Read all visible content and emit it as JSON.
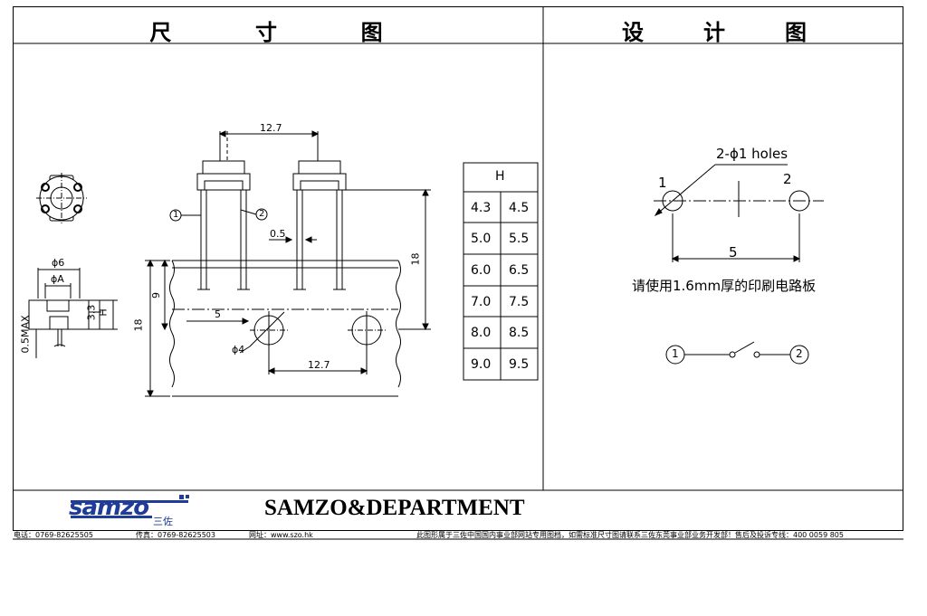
{
  "header": {
    "left_title": [
      "尺",
      "寸",
      "图"
    ],
    "right_title": [
      "设",
      "计",
      "图"
    ]
  },
  "dimension_drawing": {
    "spacing_top": "12.7",
    "callout_1": "1",
    "callout_2": "2",
    "gap": "0.5",
    "height_right": "18",
    "height_left": "18",
    "depth": "9",
    "offset": "5",
    "hole_dia": "ϕ4",
    "spacing_bottom": "12.7",
    "body_dia": "ϕ6",
    "actuator_dia": "ϕA",
    "h_label": "H",
    "dim_33": "3.3",
    "dim_05max": "0.5MAX"
  },
  "h_table": {
    "header": "H",
    "rows": [
      [
        "4.3",
        "4.5"
      ],
      [
        "5.0",
        "5.5"
      ],
      [
        "6.0",
        "6.5"
      ],
      [
        "7.0",
        "7.5"
      ],
      [
        "8.0",
        "8.5"
      ],
      [
        "9.0",
        "9.5"
      ]
    ]
  },
  "design_drawing": {
    "holes_label": "2-ϕ1 holes",
    "pin1": "1",
    "pin2": "2",
    "spacing": "5",
    "note": "请使用1.6mm厚的印刷电路板",
    "sym1": "1",
    "sym2": "2"
  },
  "brand": {
    "logo_text": "samzo",
    "logo_sub": "三佐",
    "department": "SAMZO&DEPARTMENT"
  },
  "footer": {
    "phone": "电话：0769-82625505",
    "fax": "传真：0769-82625503",
    "website": "网址：www.szo.hk",
    "notice": "此图形属于三佐中国国内事业部网站专用图档，如需标准尺寸图请联系三佐东莞事业部业务开发部！售后及投诉专线：400 0059 805"
  },
  "colors": {
    "logo_blue": "#1f3c98",
    "line": "#000000"
  }
}
